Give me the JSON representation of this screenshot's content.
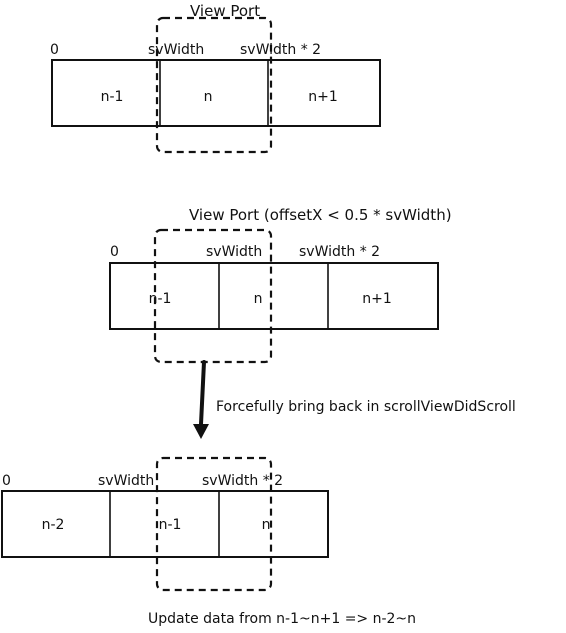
{
  "colors": {
    "stroke": "#111111",
    "background": "#ffffff"
  },
  "panel1": {
    "title": "View Port",
    "tick_0": "0",
    "tick_1": "svWidth",
    "tick_2": "svWidth * 2",
    "cells": [
      "n-1",
      "n",
      "n+1"
    ]
  },
  "panel2": {
    "title": "View Port (offsetX < 0.5 * svWidth)",
    "tick_0": "0",
    "tick_1": "svWidth",
    "tick_2": "svWidth * 2",
    "cells": [
      "n-1",
      "n",
      "n+1"
    ]
  },
  "arrow_caption": "Forcefully bring back in scrollViewDidScroll",
  "panel3": {
    "tick_0": "0",
    "tick_1": "svWidth",
    "tick_2": "svWidth * 2",
    "cells": [
      "n-2",
      "n-1",
      "n"
    ]
  },
  "footer_caption": "Update data from n-1~n+1 => n-2~n"
}
